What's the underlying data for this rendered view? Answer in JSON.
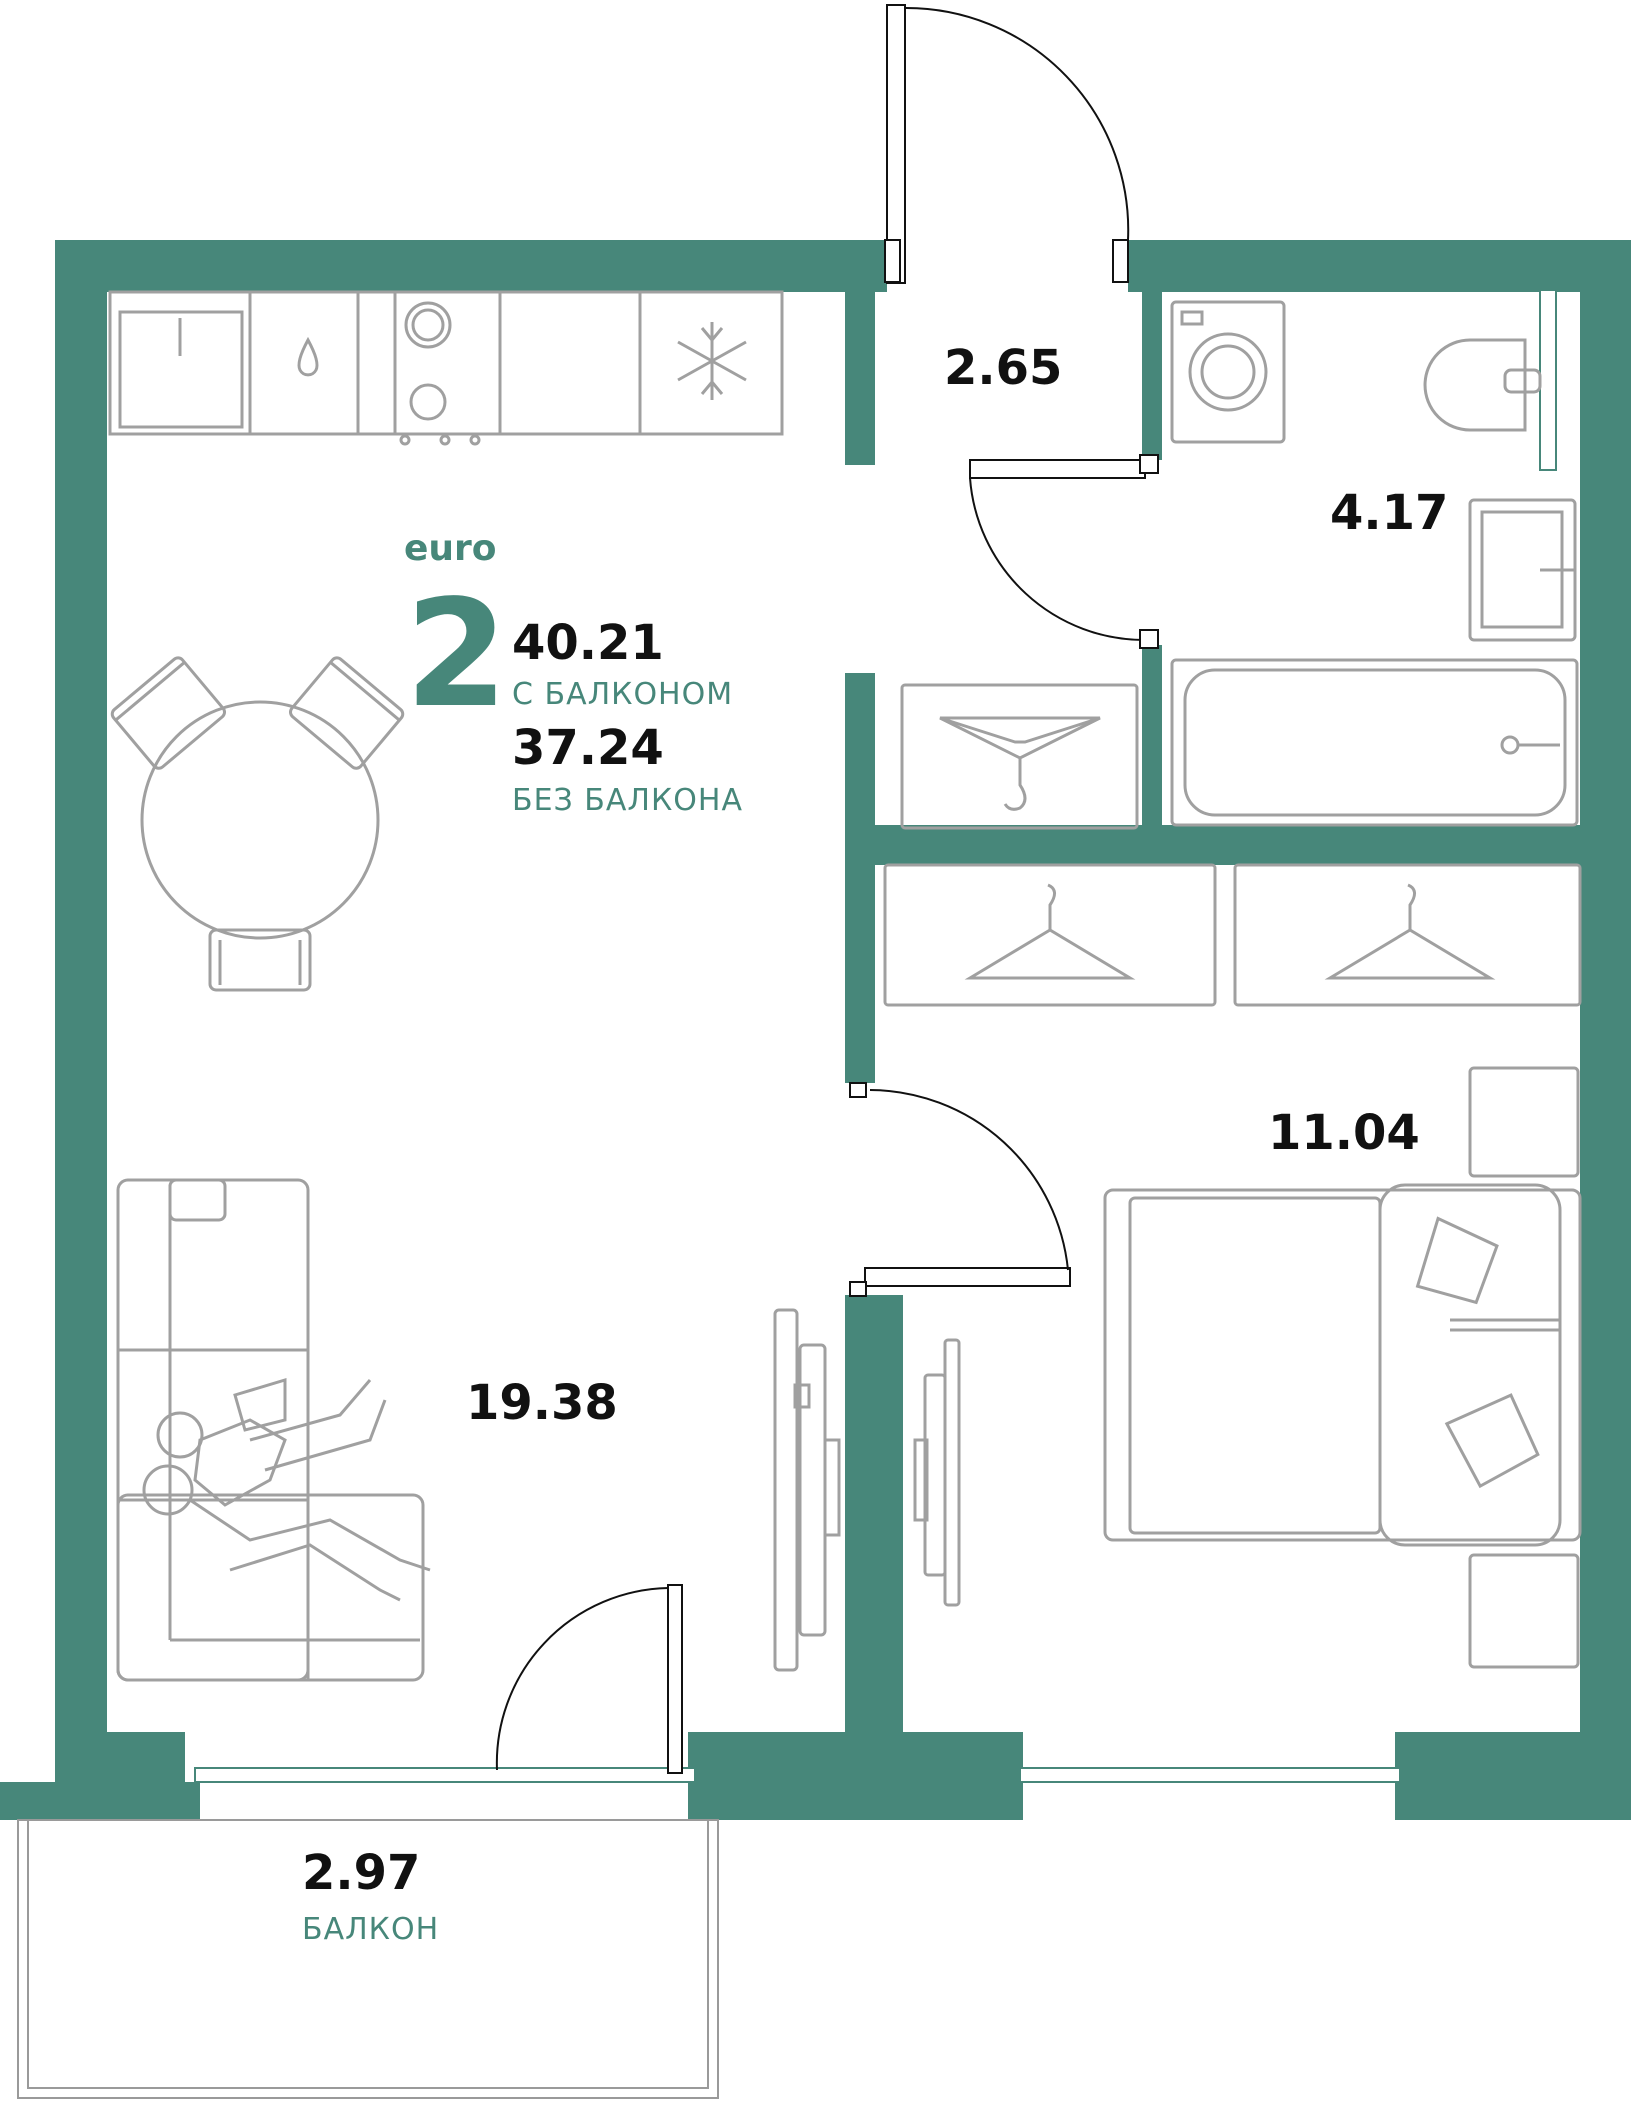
{
  "colors": {
    "wall": "#47877a",
    "accent": "#47877a",
    "furniture_stroke": "#a0a0a0",
    "text": "#111111"
  },
  "summary": {
    "format_label": "euro",
    "room_count": "2",
    "area_with_balcony": "40.21",
    "with_balcony_label": "С БАЛКОНОМ",
    "area_without_balcony": "37.24",
    "without_balcony_label": "БЕЗ БАЛКОНА"
  },
  "rooms": {
    "hallway_area": "2.65",
    "bathroom_area": "4.17",
    "bedroom_area": "11.04",
    "living_kitchen_area": "19.38",
    "balcony_area": "2.97",
    "balcony_label": "БАЛКОН"
  }
}
